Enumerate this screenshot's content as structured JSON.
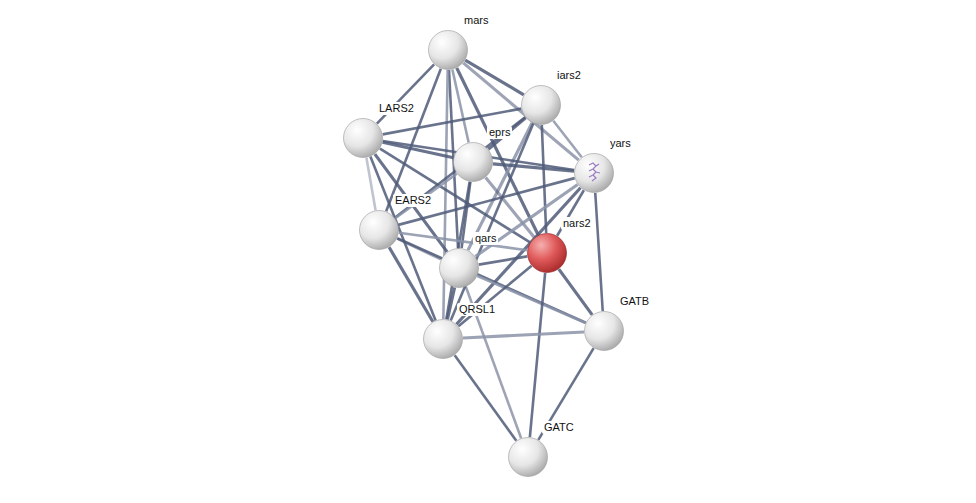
{
  "diagram": {
    "nodes": [
      {
        "text": [
          "mars"
        ]
      },
      {
        "text": [
          "iars2"
        ]
      },
      {
        "text": [
          "LARS2"
        ]
      },
      {
        "text": [
          "eprs"
        ]
      },
      {
        "text": [
          "yars"
        ]
      },
      {
        "text": [
          "EARS2"
        ]
      },
      {
        "text": [
          "qars"
        ]
      },
      {
        "text": [
          "nars2"
        ]
      },
      {
        "text": [
          "GATB"
        ]
      },
      {
        "text": [
          "QRSL1"
        ]
      },
      {
        "text": [
          "GATC"
        ]
      }
    ],
    "edges": [
      {
        "from": 0,
        "to": 1,
        "arrow": "none"
      },
      {
        "from": 0,
        "to": 2,
        "arrow": "none"
      },
      {
        "from": 0,
        "to": 3,
        "arrow": "none"
      },
      {
        "from": 0,
        "to": 4,
        "arrow": "none"
      },
      {
        "from": 0,
        "to": 5,
        "arrow": "none"
      },
      {
        "from": 0,
        "to": 6,
        "arrow": "none"
      },
      {
        "from": 0,
        "to": 7,
        "arrow": "none"
      },
      {
        "from": 0,
        "to": 9,
        "arrow": "none"
      },
      {
        "from": 1,
        "to": 2,
        "arrow": "none"
      },
      {
        "from": 1,
        "to": 3,
        "arrow": "none"
      },
      {
        "from": 1,
        "to": 4,
        "arrow": "none"
      },
      {
        "from": 1,
        "to": 5,
        "arrow": "none"
      },
      {
        "from": 1,
        "to": 6,
        "arrow": "none"
      },
      {
        "from": 1,
        "to": 7,
        "arrow": "none"
      },
      {
        "from": 1,
        "to": 9,
        "arrow": "none"
      },
      {
        "from": 2,
        "to": 3,
        "arrow": "none"
      },
      {
        "from": 2,
        "to": 4,
        "arrow": "none"
      },
      {
        "from": 2,
        "to": 5,
        "arrow": "none"
      },
      {
        "from": 2,
        "to": 6,
        "arrow": "none"
      },
      {
        "from": 2,
        "to": 7,
        "arrow": "none"
      },
      {
        "from": 2,
        "to": 9,
        "arrow": "none"
      },
      {
        "from": 3,
        "to": 4,
        "arrow": "none"
      },
      {
        "from": 3,
        "to": 5,
        "arrow": "none"
      },
      {
        "from": 3,
        "to": 6,
        "arrow": "none"
      },
      {
        "from": 3,
        "to": 7,
        "arrow": "none"
      },
      {
        "from": 3,
        "to": 9,
        "arrow": "none"
      },
      {
        "from": 4,
        "to": 5,
        "arrow": "none"
      },
      {
        "from": 4,
        "to": 6,
        "arrow": "none"
      },
      {
        "from": 4,
        "to": 7,
        "arrow": "none"
      },
      {
        "from": 4,
        "to": 8,
        "arrow": "none"
      },
      {
        "from": 4,
        "to": 9,
        "arrow": "none"
      },
      {
        "from": 5,
        "to": 6,
        "arrow": "none"
      },
      {
        "from": 5,
        "to": 7,
        "arrow": "none"
      },
      {
        "from": 5,
        "to": 9,
        "arrow": "none"
      },
      {
        "from": 5,
        "to": 8,
        "arrow": "none"
      },
      {
        "from": 6,
        "to": 7,
        "arrow": "none"
      },
      {
        "from": 6,
        "to": 9,
        "arrow": "none"
      },
      {
        "from": 6,
        "to": 8,
        "arrow": "none"
      },
      {
        "from": 6,
        "to": 10,
        "arrow": "none"
      },
      {
        "from": 7,
        "to": 8,
        "arrow": "none"
      },
      {
        "from": 7,
        "to": 9,
        "arrow": "none"
      },
      {
        "from": 7,
        "to": 10,
        "arrow": "none"
      },
      {
        "from": 8,
        "to": 9,
        "arrow": "none"
      },
      {
        "from": 8,
        "to": 10,
        "arrow": "none"
      },
      {
        "from": 9,
        "to": 10,
        "arrow": "none"
      }
    ]
  }
}
